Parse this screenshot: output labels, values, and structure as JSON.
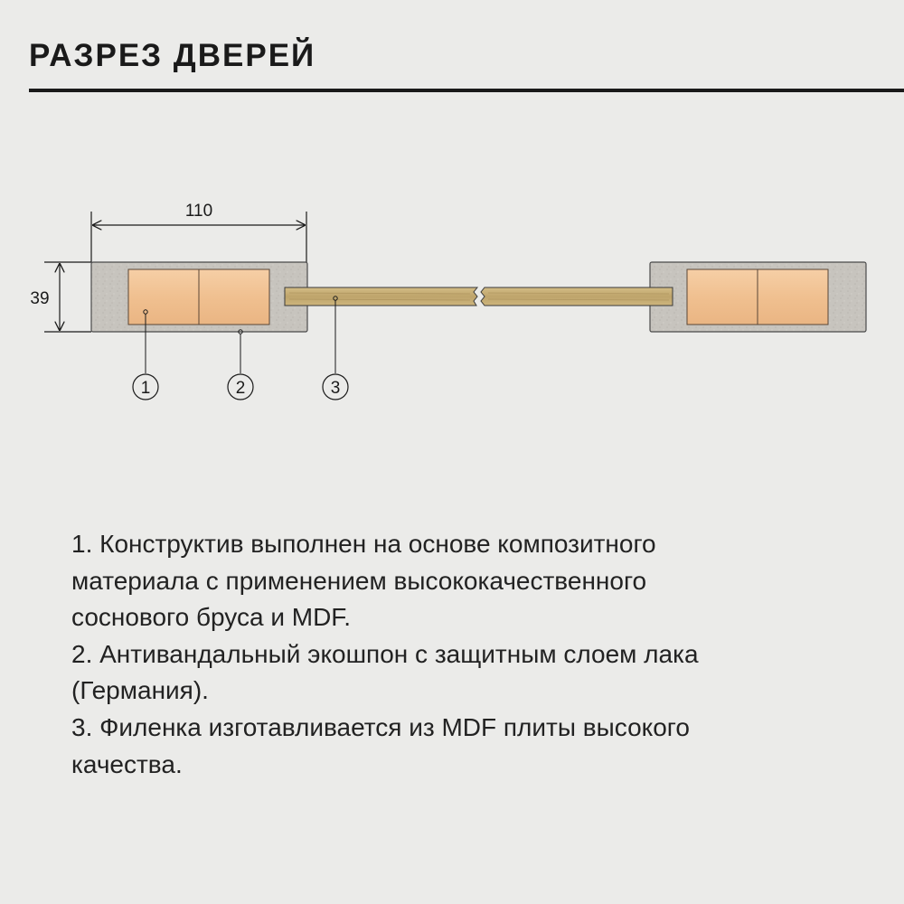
{
  "title": "РАЗРЕЗ ДВЕРЕЙ",
  "dimensions": {
    "width_label": "110",
    "height_label": "39"
  },
  "callouts": [
    {
      "label": "1"
    },
    {
      "label": "2"
    },
    {
      "label": "3"
    }
  ],
  "notes": [
    {
      "lines": [
        "1. Конструктив выполнен на основе композитного",
        "материала с применением  высококачественного",
        "соснового бруса и MDF."
      ]
    },
    {
      "lines": [
        "2. Антивандальный экошпон с защитным слоем лака",
        "(Германия)."
      ]
    },
    {
      "lines": [
        "3. Филенка изготавливается из MDF плиты высокого",
        "качества."
      ]
    }
  ],
  "colors": {
    "background": "#ebebe9",
    "frame_ecoveneer": "#c6c3bd",
    "pine_core": "#f2c49a",
    "mdf_panel": "#c8b07a",
    "ink": "#1a1a1a"
  }
}
